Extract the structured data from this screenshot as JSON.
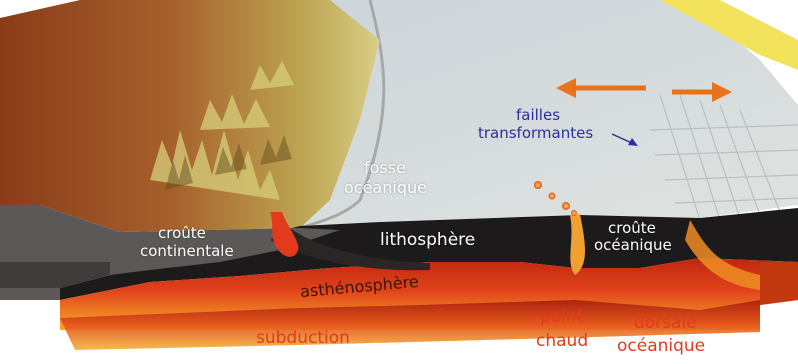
{
  "labels": {
    "failles_line1": "failles",
    "failles_line2": "transformantes",
    "fosse_line1": "fosse",
    "fosse_line2": "océanique",
    "croute_cont_line1": "croûte",
    "croute_cont_line2": "continentale",
    "lithosphere": "lithosphère",
    "croute_oc_line1": "croûte",
    "croute_oc_line2": "océanique",
    "asthenosphere": "asthénosphère",
    "subduction": "subduction",
    "point_chaud_line1": "point",
    "point_chaud_line2": "chaud",
    "dorsale_line1": "dorsale",
    "dorsale_line2": "océanique"
  },
  "colors": {
    "ocean_floor": "#cdd6dc",
    "land_brown": "#9a4c22",
    "land_yellow": "#c9b85a",
    "lithosphere": "#1c1a1a",
    "crust_gray": "#5a5656",
    "asthenosphere_red": "#d8421a",
    "asthenosphere_orange": "#f09a1e",
    "arrow_orange": "#e8731b",
    "label_blue": "#2b2f9c",
    "label_red": "#e23a1c",
    "yellow_corner": "#f2e25c"
  },
  "icons": [
    "spreading-arrow-left-icon",
    "spreading-arrow-right-icon",
    "pointer-arrow-icon"
  ]
}
